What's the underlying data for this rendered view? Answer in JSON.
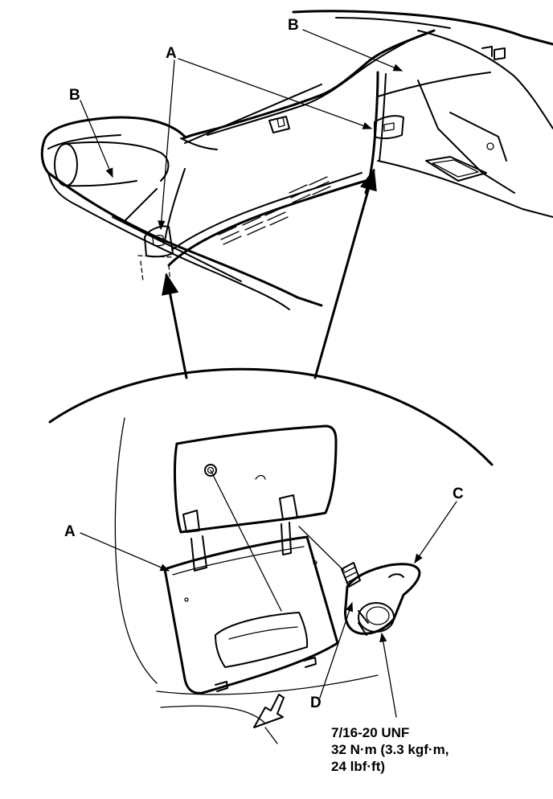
{
  "callouts": {
    "a_top": "A",
    "b_left": "B",
    "b_right": "B",
    "a_detail": "A",
    "c": "C",
    "d": "D"
  },
  "torque_spec": {
    "line1": "7/16-20 UNF",
    "line2": "32 N·m (3.3 kgf·m,",
    "line3": "24 lbf·ft)"
  }
}
